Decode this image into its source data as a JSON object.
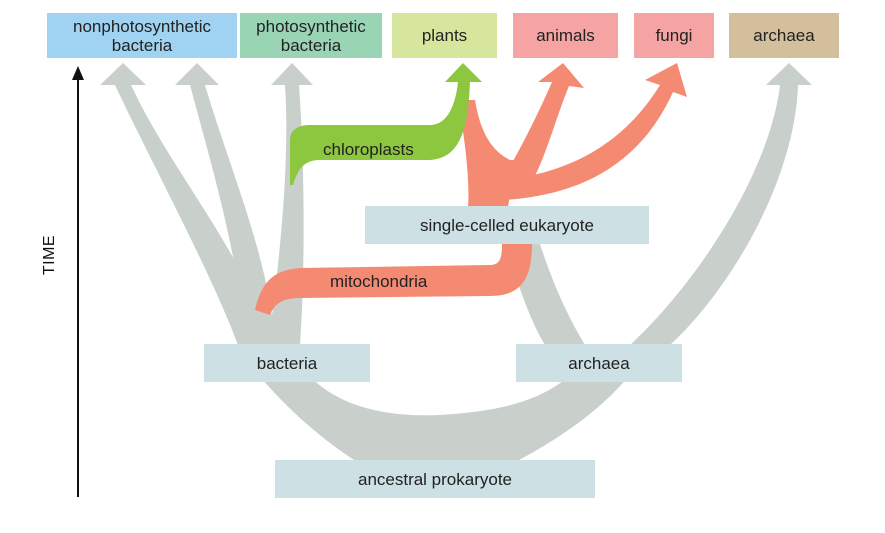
{
  "colors": {
    "gray_branch": "#c9d0cb",
    "green_branch": "#8dc63f",
    "salmon_branch": "#f58a73",
    "box_blue": "#cde0e4",
    "nonphoto_blue": "#9fd3f1",
    "photo_green": "#99d4b5",
    "plants_green": "#d6e69d",
    "pink": "#f5a3a3",
    "archaea_tan": "#d3bf9b"
  },
  "top_groups": {
    "nonphotosynthetic_bacteria": "nonphotosynthetic\nbacteria",
    "photosynthetic_bacteria": "photosynthetic\nbacteria",
    "plants": "plants",
    "animals": "animals",
    "fungi": "fungi",
    "archaea": "archaea"
  },
  "nodes": {
    "single_celled_eukaryote": "single-celled eukaryote",
    "bacteria": "bacteria",
    "archaea": "archaea",
    "ancestral_prokaryote": "ancestral prokaryote"
  },
  "events": {
    "chloroplasts": "chloroplasts",
    "mitochondria": "mitochondria"
  },
  "axis": {
    "time_label": "TIME"
  }
}
